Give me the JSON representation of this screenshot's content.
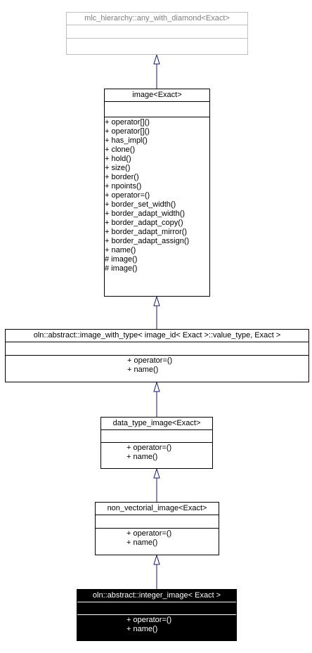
{
  "classes": {
    "any_with_diamond": {
      "title": "mlc_hierarchy::any_with_diamond<Exact>"
    },
    "image": {
      "title": "image<Exact>",
      "methods": [
        "+ operator[]()",
        "+ operator[]()",
        "+ has_impl()",
        "+ clone()",
        "+ hold()",
        "+ size()",
        "+ border()",
        "+ npoints()",
        "+ operator=()",
        "+ border_set_width()",
        "+ border_adapt_width()",
        "+ border_adapt_copy()",
        "+ border_adapt_mirror()",
        "+ border_adapt_assign()",
        "+ name()",
        "# image()",
        "# image()"
      ]
    },
    "image_with_type": {
      "title": "oln::abstract::image_with_type< image_id< Exact >::value_type, Exact >",
      "methods": [
        "+ operator=()",
        "+ name()"
      ]
    },
    "data_type_image": {
      "title": "data_type_image<Exact>",
      "methods": [
        "+ operator=()",
        "+ name()"
      ]
    },
    "non_vectorial_image": {
      "title": "non_vectorial_image<Exact>",
      "methods": [
        "+ operator=()",
        "+ name()"
      ]
    },
    "integer_image": {
      "title": "oln::abstract::integer_image< Exact >",
      "methods": [
        "+ operator=()",
        "+ name()"
      ]
    }
  },
  "colors": {
    "edge": "#191970",
    "faded_border": "#bfbfbf",
    "highlight_fill": "#000000"
  }
}
